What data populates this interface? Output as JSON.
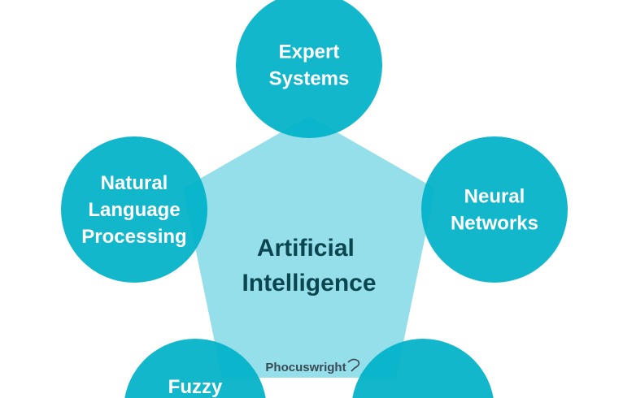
{
  "colors": {
    "circle": "#00b1c8",
    "pentagon": "#95dfea",
    "center_text": "#0b4650"
  },
  "center": {
    "lines": [
      "Artificial",
      "Intelligence"
    ]
  },
  "nodes": [
    {
      "lines": [
        "Expert",
        "Systems"
      ]
    },
    {
      "lines": [
        "Neural",
        "Networks"
      ]
    },
    {
      "lines": [
        "Natural",
        "Language",
        "Processing"
      ]
    },
    {
      "lines": [
        "Fuzzy"
      ]
    },
    {
      "lines": []
    }
  ],
  "logo": "Phocuswright"
}
